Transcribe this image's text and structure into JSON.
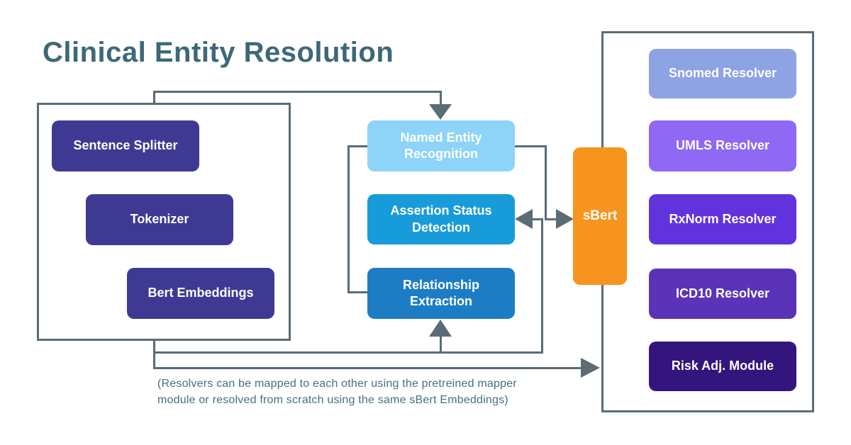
{
  "title": "Clinical Entity Resolution",
  "nodes": {
    "preprocessing": [
      {
        "label": "Sentence Splitter",
        "color": "#3e3a94"
      },
      {
        "label": "Tokenizer",
        "color": "#3e3a94"
      },
      {
        "label": "Bert Embeddings",
        "color": "#3e3a94"
      }
    ],
    "nlp": [
      {
        "label": "Named Entity Recognition",
        "color": "#8ed3f8"
      },
      {
        "label": "Assertion Status Detection",
        "color": "#189bd9"
      },
      {
        "label": "Relationship Extraction",
        "color": "#1d7dc4"
      }
    ],
    "sbert": {
      "label": "sBert",
      "color": "#f7941d"
    },
    "resolvers": [
      {
        "label": "Snomed Resolver",
        "color": "#8da3e3"
      },
      {
        "label": "UMLS Resolver",
        "color": "#8f68f4"
      },
      {
        "label": "RxNorm Resolver",
        "color": "#6133dd"
      },
      {
        "label": "ICD10 Resolver",
        "color": "#5a33b8"
      },
      {
        "label": "Risk Adj. Module",
        "color": "#33157d"
      }
    ]
  },
  "caption": {
    "line1": "(Resolvers can be mapped to each other using the pretreined mapper",
    "line2": "module or resolved from scratch using the same sBert Embeddings)"
  },
  "style": {
    "background": "#ffffff",
    "title_color": "#3e6877",
    "caption_color": "#45707e",
    "connector_color": "#5a6c76",
    "node_text_color": "#ffffff"
  }
}
